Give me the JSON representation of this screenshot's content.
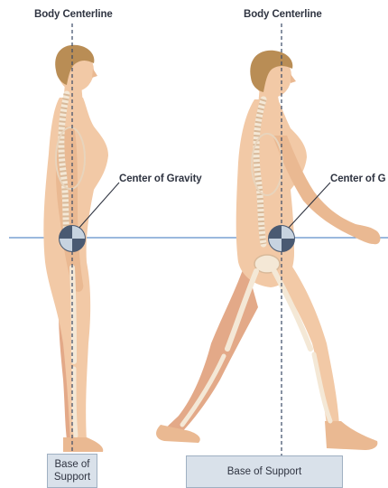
{
  "labels": {
    "centerline_left": "Body Centerline",
    "centerline_right": "Body Centerline",
    "cog_left": "Center of Gravity",
    "cog_right": "Center of G",
    "base_left_line1": "Base of",
    "base_left_line2": "Support",
    "base_right": "Base of Support"
  },
  "colors": {
    "skin": "#f2c9a6",
    "skin_shade": "#e3a988",
    "bone": "#f4e8d6",
    "bone_outline": "#d8b999",
    "hair": "#b98d55",
    "centerline": "#3a4a66",
    "horizon": "#5f8fc9",
    "base_fill": "#d9e1ea",
    "text": "#2f3441"
  },
  "icons": [
    "center-of-gravity-icon"
  ]
}
